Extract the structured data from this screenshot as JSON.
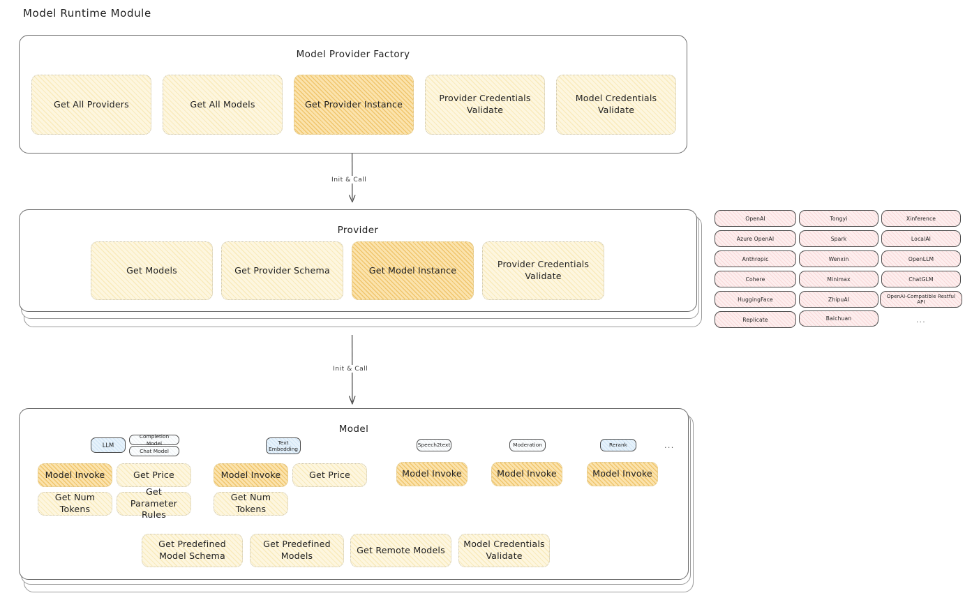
{
  "page": {
    "title": "Model Runtime Module"
  },
  "factory": {
    "title": "Model Provider Factory",
    "tiles": [
      {
        "label": "Get All Providers",
        "emphasis": "light"
      },
      {
        "label": "Get All Models",
        "emphasis": "light"
      },
      {
        "label": "Get Provider Instance",
        "emphasis": "strong"
      },
      {
        "label": "Provider Credentials Validate",
        "emphasis": "light"
      },
      {
        "label": "Model Credentials Validate",
        "emphasis": "light"
      }
    ]
  },
  "arrows": [
    {
      "label": "Init & Call"
    },
    {
      "label": "Init & Call"
    }
  ],
  "provider": {
    "title": "Provider",
    "tiles": [
      {
        "label": "Get Models",
        "emphasis": "light"
      },
      {
        "label": "Get Provider Schema",
        "emphasis": "light"
      },
      {
        "label": "Get Model Instance",
        "emphasis": "strong"
      },
      {
        "label": "Provider Credentials Validate",
        "emphasis": "light"
      }
    ]
  },
  "provider_list": {
    "columns": [
      [
        "OpenAI",
        "Azure OpenAI",
        "Anthropic",
        "Cohere",
        "HuggingFace",
        "Replicate"
      ],
      [
        "Tongyi",
        "Spark",
        "Wenxin",
        "Minimax",
        "ZhipuAI",
        "Baichuan"
      ],
      [
        "Xinference",
        "LocalAI",
        "OpenLLM",
        "ChatGLM",
        "OpenAI-Compatible Restful API"
      ]
    ],
    "more": "..."
  },
  "model": {
    "title": "Model",
    "more": "...",
    "types": [
      {
        "name": "LLM",
        "highlight": true,
        "subtags": [
          "Completion Model",
          "Chat Model"
        ],
        "tiles": [
          {
            "label": "Model Invoke",
            "emphasis": "strong"
          },
          {
            "label": "Get Price",
            "emphasis": "light"
          },
          {
            "label": "Get Num Tokens",
            "emphasis": "light"
          },
          {
            "label": "Get Parameter Rules",
            "emphasis": "light"
          }
        ]
      },
      {
        "name": "Text Embedding",
        "highlight": true,
        "subtags": [],
        "tiles": [
          {
            "label": "Model Invoke",
            "emphasis": "strong"
          },
          {
            "label": "Get Price",
            "emphasis": "light"
          },
          {
            "label": "Get Num Tokens",
            "emphasis": "light"
          }
        ]
      },
      {
        "name": "Speech2text",
        "highlight": false,
        "subtags": [],
        "tiles": [
          {
            "label": "Model Invoke",
            "emphasis": "strong"
          }
        ]
      },
      {
        "name": "Moderation",
        "highlight": false,
        "subtags": [],
        "tiles": [
          {
            "label": "Model Invoke",
            "emphasis": "strong"
          }
        ]
      },
      {
        "name": "Rerank",
        "highlight": true,
        "subtags": [],
        "tiles": [
          {
            "label": "Model Invoke",
            "emphasis": "strong"
          }
        ]
      }
    ],
    "common_tiles": [
      {
        "label": "Get Predefined Model Schema"
      },
      {
        "label": "Get Predefined Models"
      },
      {
        "label": "Get Remote Models"
      },
      {
        "label": "Model Credentials Validate"
      }
    ]
  },
  "colors": {
    "tile_light": "#fdf6df",
    "tile_strong": "#fbe3ad",
    "chip": "#fdeeee",
    "tag_highlight": "#e6f2fb",
    "stroke": "#1e1e1e"
  }
}
